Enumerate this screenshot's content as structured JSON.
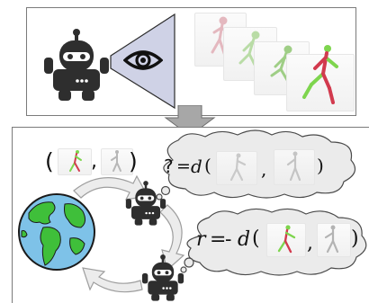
{
  "labels": {
    "pair_open": "(",
    "pair_comma": ",",
    "pair_close": ")",
    "query_lhs": "?",
    "query_eq": "=",
    "query_d": "d",
    "query_open": "(",
    "query_comma": ",",
    "query_close": ")",
    "reward_lhs": "r",
    "reward_eq": "=",
    "reward_neg": "-",
    "reward_d": "d",
    "reward_open": "(",
    "reward_comma": ",",
    "reward_close": ")"
  },
  "icons": {
    "observer": "robot-icon",
    "view": "eye-icon",
    "world": "earth-globe-icon"
  },
  "colors": {
    "frame_border": "#7b7b7b",
    "view_cone": "#cfd2e6",
    "robot": "#2e2e2e",
    "ocean": "#7ec2e8",
    "land": "#3fbf3a",
    "thought_fill": "#ebebeb",
    "arrow": "#a7a7a7",
    "skeleton_green": "#7ed54e",
    "skeleton_red": "#d23a4e"
  }
}
